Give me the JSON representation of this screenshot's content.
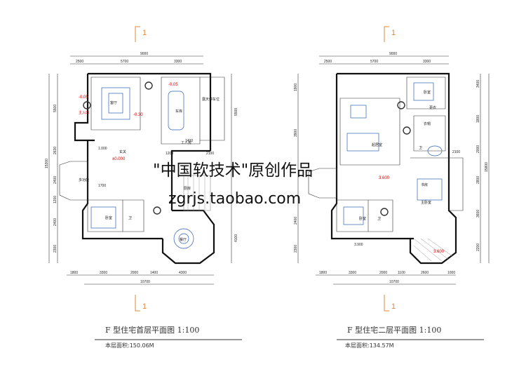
{
  "section_marker": "1",
  "plan1": {
    "title": "F 型住宅首层平面图 1:100",
    "area": "本层面积:150.06M",
    "top_dims": [
      "9000",
      "2500",
      "5700",
      "3300"
    ],
    "bottom_dims": [
      "1800",
      "3300",
      "2000",
      "1400",
      "4300",
      "10700"
    ],
    "left_dims": [
      "15300",
      "5500",
      "2630",
      "2400",
      "1200",
      "2400",
      "2300"
    ],
    "right_dims": [
      "5500",
      "4100"
    ],
    "levels": [
      "-0.05",
      "-0.05",
      "-0.30",
      "±0.000",
      "1.000"
    ],
    "rooms": [
      "客厅",
      "车库",
      "主入口",
      "玄关",
      "多功能",
      "工人房",
      "卧室",
      "卫",
      "厨房",
      "餐厅",
      "露天停车位"
    ],
    "inner_dims": [
      "1700",
      "1200",
      "1400",
      "2100"
    ]
  },
  "plan2": {
    "title": "F 型住宅二层平面图 1:100",
    "area": "本层面积:134.57M",
    "top_dims": [
      "9000",
      "2500",
      "5700",
      "3300"
    ],
    "bottom_dims": [
      "1800",
      "3300",
      "2000",
      "1100",
      "2600",
      "1000",
      "10700"
    ],
    "left_dims": [
      "1900",
      "3900",
      "2400",
      "2300"
    ],
    "right_dims": [
      "3400",
      "1800",
      "2000",
      "2800",
      "3600",
      "2200",
      "15800"
    ],
    "levels": [
      "3.600",
      "3.600",
      "3.900"
    ],
    "rooms": [
      "卧室",
      "起居室",
      "书房",
      "衣帽",
      "卫",
      "主卧室",
      "卧室",
      "卫",
      "更衣"
    ],
    "inner_dims": [
      "2100"
    ]
  },
  "watermark": {
    "line1": "\"中国软技术\"原创作品",
    "line2": "zgrjs.taobao.com"
  }
}
